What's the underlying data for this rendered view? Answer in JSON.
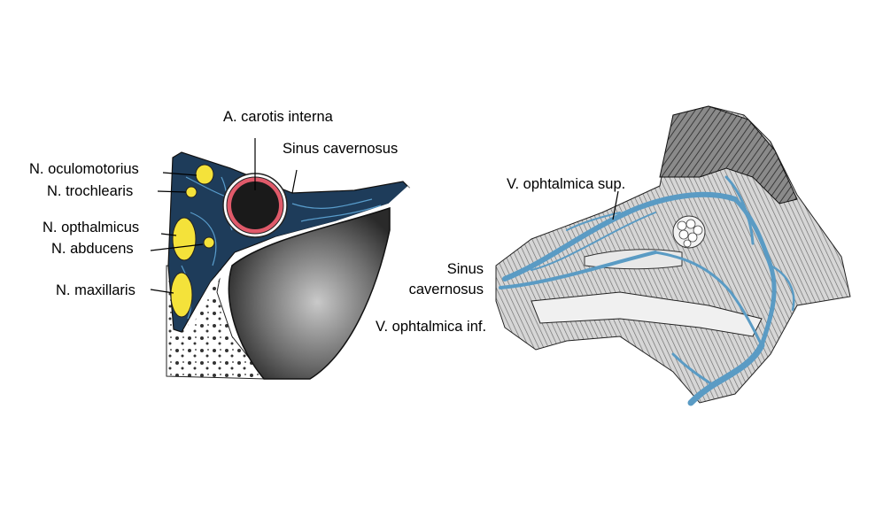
{
  "left_panel": {
    "labels": {
      "carotis": "A. carotis interna",
      "sinus": "Sinus cavernosus",
      "oculomotorius": "N. oculomotorius",
      "trochlearis": "N. trochlearis",
      "opthalmicus": "N. opthalmicus",
      "abducens": "N. abducens",
      "maxillaris": "N. maxillaris"
    }
  },
  "right_panel": {
    "labels": {
      "v_sup": "V. ophtalmica sup.",
      "sinus_line1": "Sinus",
      "sinus_line2": "cavernosus",
      "v_inf": "V. ophtalmica inf."
    }
  },
  "colors": {
    "nerve": "#f4e23a",
    "sinus": "#1e3c5a",
    "vein": "#5a9bc4",
    "artery_ring": "#e05a6a",
    "bone": "#9a9a9a"
  }
}
